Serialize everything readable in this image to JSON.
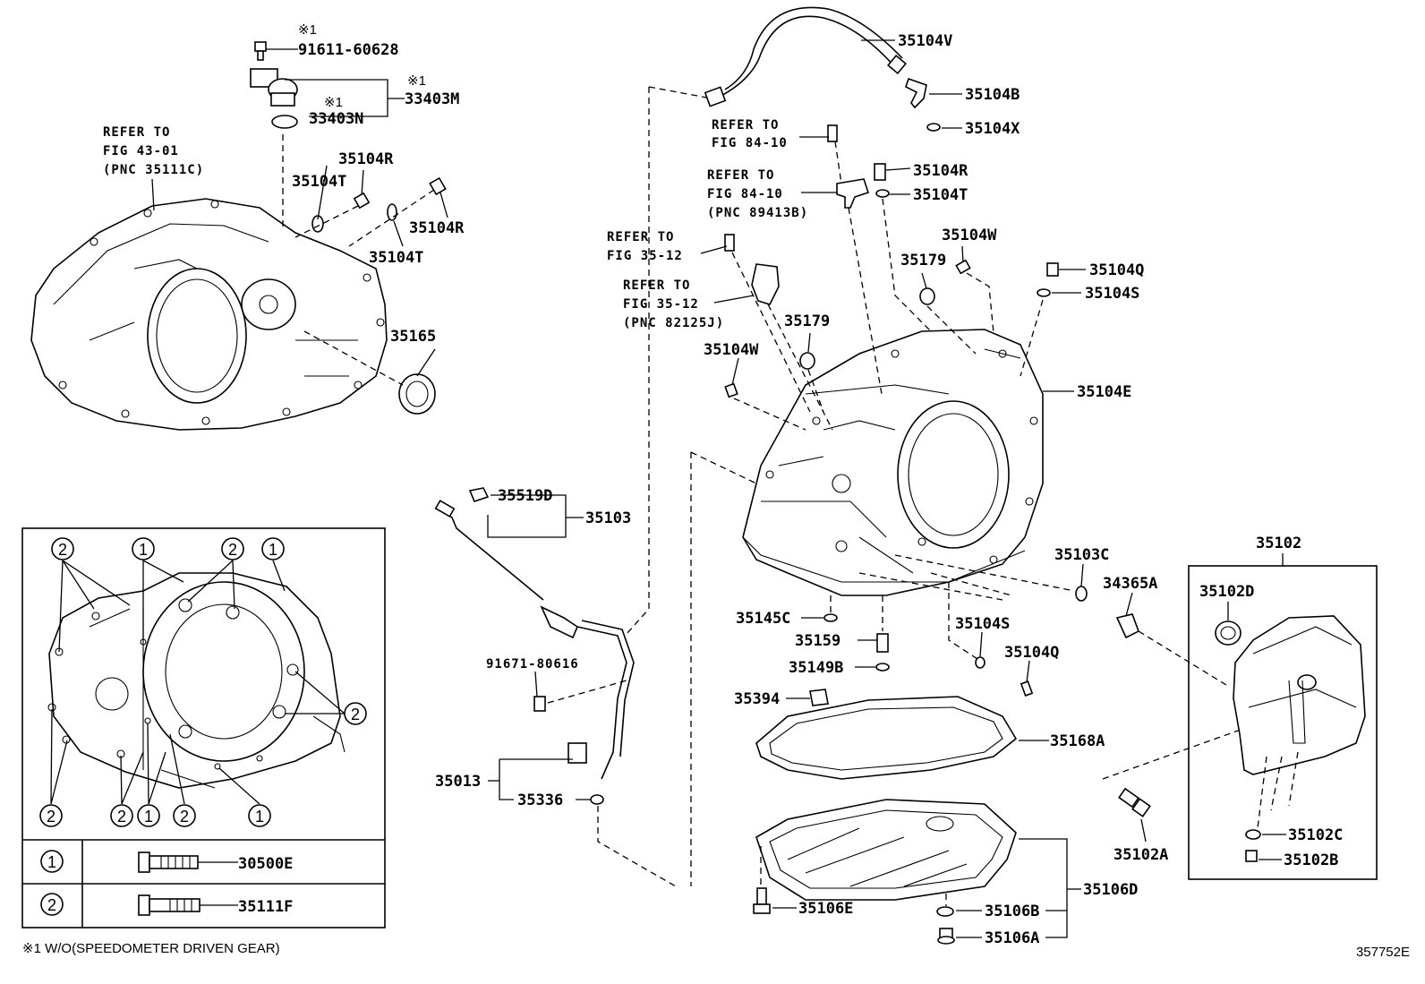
{
  "diagram_id": "357752E",
  "footnote": "※1 W/O(SPEEDOMETER DRIVEN GEAR)",
  "marks": {
    "note1": "※1"
  },
  "refs": {
    "fig43": [
      "REFER TO",
      "FIG 43-01",
      "(PNC 35111C)"
    ],
    "fig84a": [
      "REFER TO",
      "FIG 84-10"
    ],
    "fig84b": [
      "REFER TO",
      "FIG 84-10",
      "(PNC 89413B)"
    ],
    "fig35a": [
      "REFER TO",
      "FIG 35-12"
    ],
    "fig35b": [
      "REFER TO",
      "FIG 35-12",
      "(PNC 82125J)"
    ]
  },
  "parts": {
    "p91611_60628": "91611-60628",
    "p33403M": "33403M",
    "p33403N": "33403N",
    "p35104R_a": "35104R",
    "p35104T_a": "35104T",
    "p35104R_b": "35104R",
    "p35104T_b": "35104T",
    "p35165": "35165",
    "p35104V": "35104V",
    "p35104B": "35104B",
    "p35104X": "35104X",
    "p35104R_c": "35104R",
    "p35104T_c": "35104T",
    "p35104W_a": "35104W",
    "p35179_a": "35179",
    "p35104Q_a": "35104Q",
    "p35104S_a": "35104S",
    "p35179_b": "35179",
    "p35104W_b": "35104W",
    "p35104E": "35104E",
    "p35519D": "35519D",
    "p35103": "35103",
    "p35103C": "35103C",
    "p34365A": "34365A",
    "p35102": "35102",
    "p35102D": "35102D",
    "p35145C": "35145C",
    "p35104S_b": "35104S",
    "p35104Q_b": "35104Q",
    "p35159": "35159",
    "p35149B": "35149B",
    "p91671_80616": "91671-80616",
    "p35394": "35394",
    "p35168A": "35168A",
    "p35013": "35013",
    "p35336": "35336",
    "p35102A": "35102A",
    "p35102C": "35102C",
    "p35102B": "35102B",
    "p35106D": "35106D",
    "p35106E": "35106E",
    "p35106B": "35106B",
    "p35106A": "35106A"
  },
  "inset": {
    "callout1": "1",
    "callout2": "2",
    "legend": [
      {
        "symbol": "1",
        "part": "30500E"
      },
      {
        "symbol": "2",
        "part": "35111F"
      }
    ]
  }
}
